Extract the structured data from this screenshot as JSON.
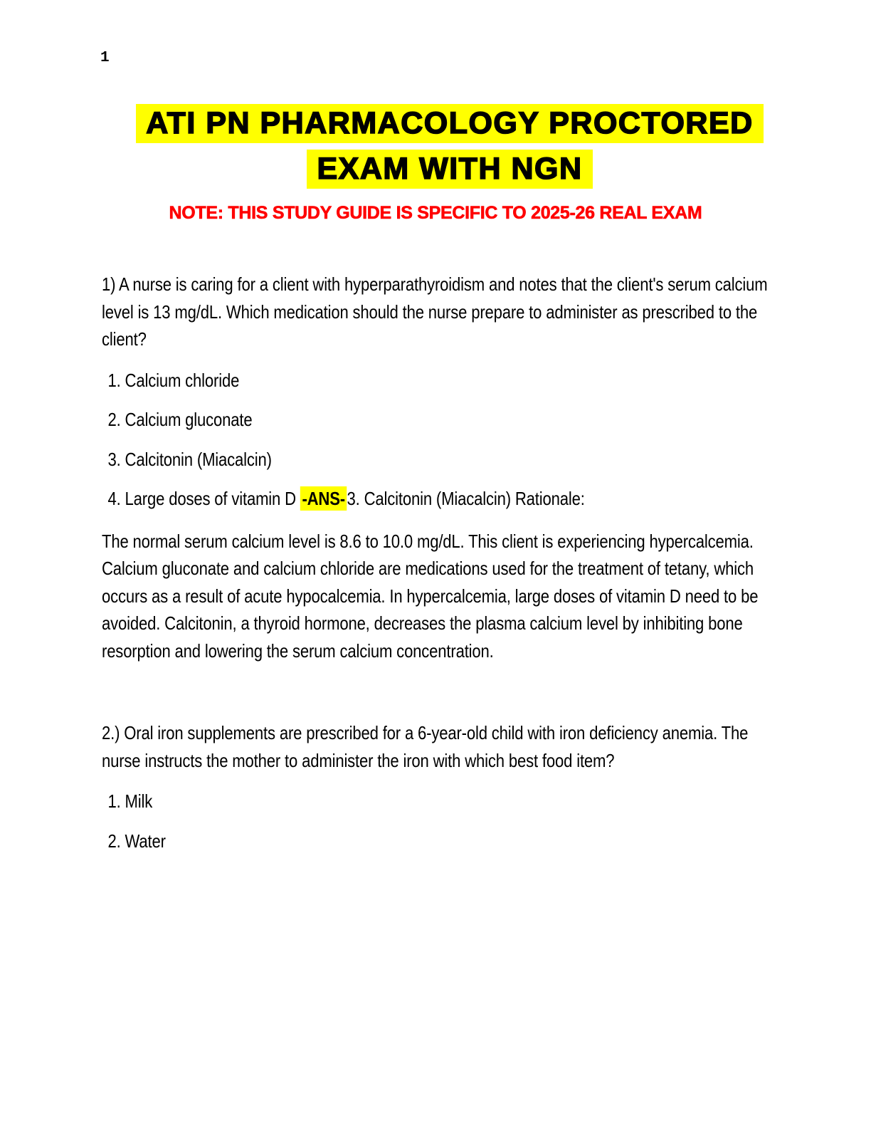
{
  "page_number": "1",
  "header": {
    "title_line1": "ATI PN PHARMACOLOGY PROCTORED",
    "title_line2": "EXAM WITH NGN",
    "note": "NOTE: THIS STUDY GUIDE IS SPECIFIC TO 2025-26 REAL EXAM"
  },
  "colors": {
    "highlight_yellow": "#FFFF00",
    "note_red": "#FF0000",
    "text_black": "#000000"
  },
  "question1": {
    "prompt": "1) A nurse is caring for a client with hyperparathyroidism and notes that the client's serum calcium level is 13 mg/dL. Which medication should the nurse prepare to administer as prescribed to the client?",
    "options": [
      "1. Calcium chloride",
      "2. Calcium gluconate",
      "3. Calcitonin (Miacalcin)"
    ],
    "option4_prefix": "4. Large doses of vitamin D ",
    "option4_answer": "-ANS-",
    "option4_suffix": "3. Calcitonin (Miacalcin) Rationale:",
    "rationale": "The normal serum calcium level is 8.6 to 10.0 mg/dL. This client is experiencing hypercalcemia. Calcium gluconate and calcium chloride are medications used for the treatment of tetany, which occurs as a result of acute hypocalcemia. In hypercalcemia, large doses of vitamin D need to be avoided. Calcitonin, a thyroid hormone, decreases the plasma calcium level by inhibiting bone resorption and lowering the serum calcium concentration."
  },
  "question2": {
    "prompt": "2.) Oral iron supplements are prescribed for a 6-year-old child with iron deficiency anemia. The nurse instructs the mother to administer the iron with which best food item?",
    "options": [
      "1. Milk",
      "2. Water"
    ]
  }
}
